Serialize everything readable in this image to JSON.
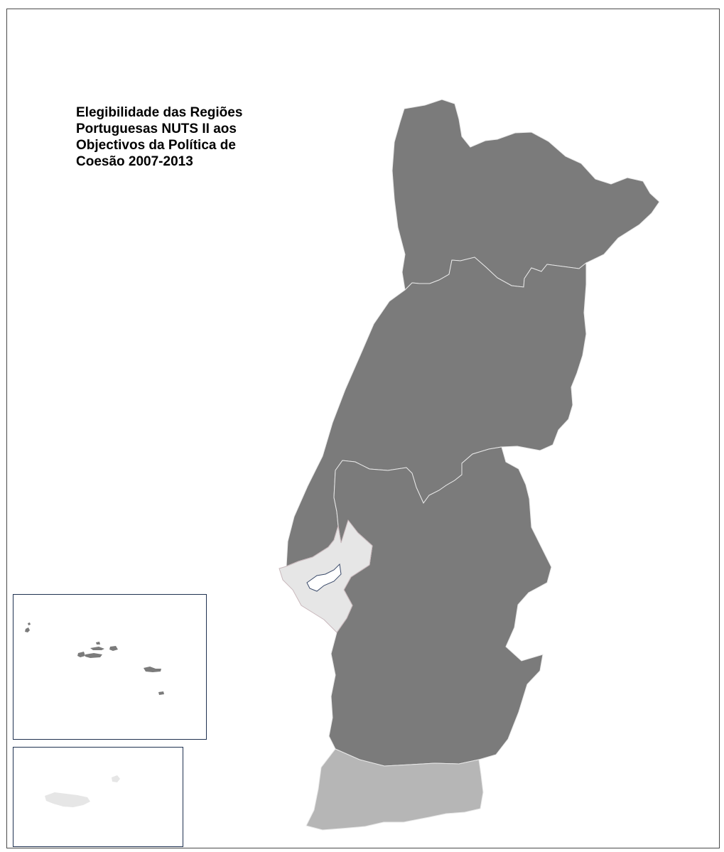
{
  "map": {
    "title_lines": [
      "Elegibilidade das Regiões",
      "Portuguesas NUTS II aos",
      "Objectivos da Política de",
      "Coesão 2007-2013"
    ],
    "colors": {
      "background": "#ffffff",
      "convergence_regions": "#7b7b7b",
      "phasing_in_region": "#b6b6b6",
      "competitiveness_region": "#e6e6e6",
      "region_border": "#e8e8e8",
      "inset_border": "#1f3150"
    },
    "regions": [
      {
        "key": "norte",
        "fill": "convergence_regions"
      },
      {
        "key": "centro",
        "fill": "convergence_regions"
      },
      {
        "key": "alentejo",
        "fill": "convergence_regions"
      },
      {
        "key": "lisboa",
        "fill": "competitiveness_region"
      },
      {
        "key": "algarve",
        "fill": "phasing_in_region"
      },
      {
        "key": "acores",
        "fill": "convergence_regions"
      },
      {
        "key": "madeira",
        "fill": "competitiveness_region"
      }
    ]
  }
}
